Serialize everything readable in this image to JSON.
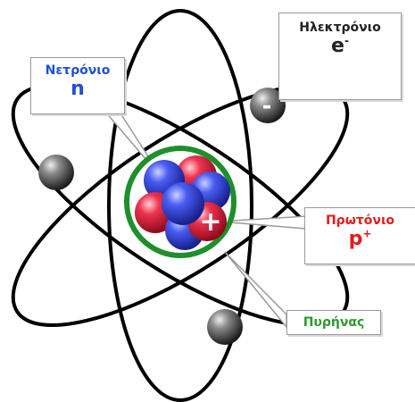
{
  "labels": {
    "electron": {
      "name": "Ηλεκτρόνιο",
      "symbol": "e",
      "charge": "-"
    },
    "neutron": {
      "name": "Νετρόνιο",
      "symbol": "n"
    },
    "proton": {
      "name": "Πρωτόνιο",
      "symbol": "p",
      "charge": "+"
    },
    "nucleus": {
      "name": "Πυρήνας"
    }
  },
  "electron_sign": "-",
  "proton_sign": "+",
  "colors": {
    "electron_label": "#222222",
    "neutron_label": "#1f4fd6",
    "proton_label": "#e11d1d",
    "nucleus_label": "#2e9a2e",
    "nucleus_ring": "#1e8f2a",
    "orbit": "#000000",
    "electron_ball": "#444444",
    "neutron_ball": "#2d3fe0",
    "proton_ball": "#e3223a"
  },
  "icons": [
    "electron-ball-icon",
    "neutron-ball-icon",
    "proton-ball-icon"
  ]
}
